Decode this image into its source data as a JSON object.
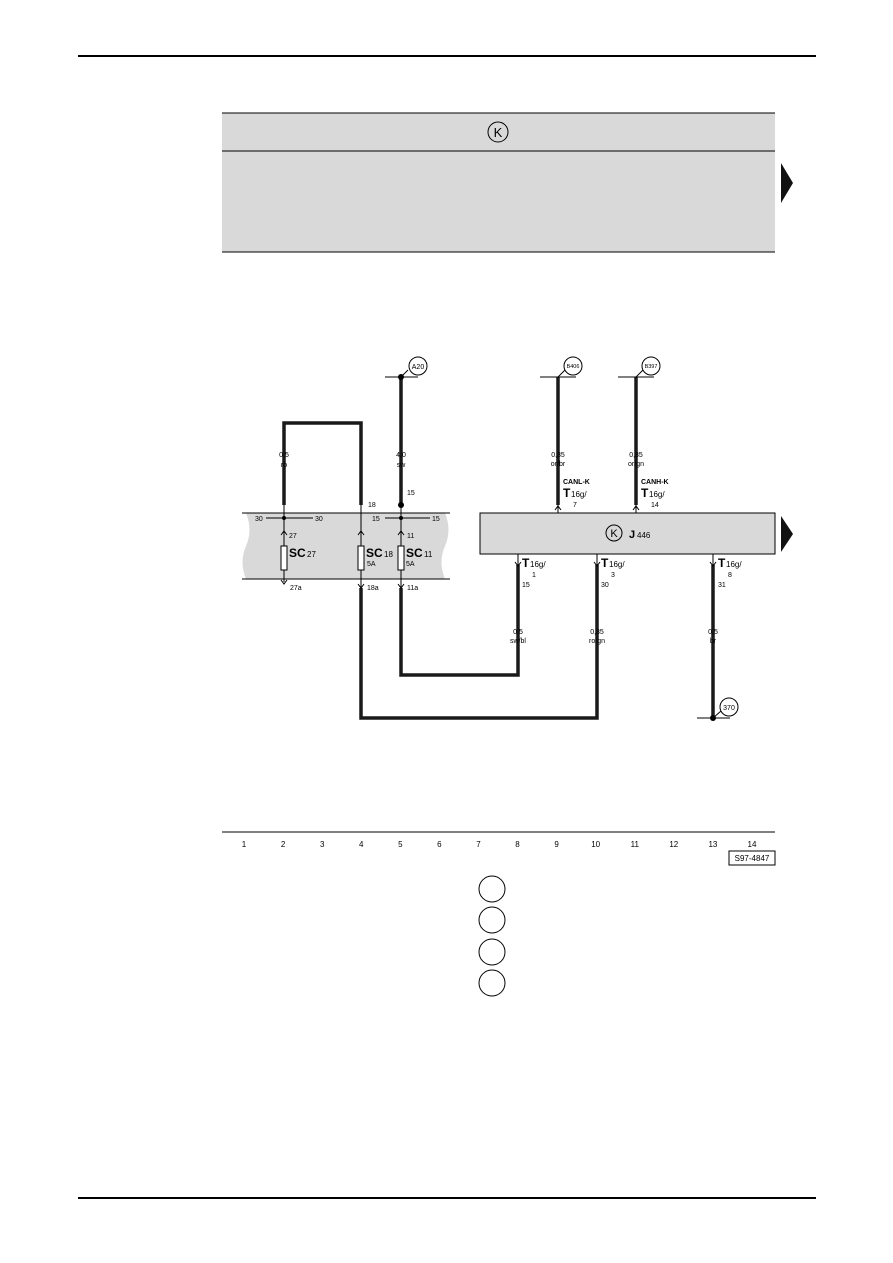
{
  "header_box": {
    "symbol": "K"
  },
  "connectors": {
    "a20": "A20",
    "b406": "B406",
    "b397": "B397",
    "e370": "370"
  },
  "wires": {
    "sc27_in": {
      "size": "0,5",
      "color": "ro"
    },
    "a20": {
      "size": "4,0",
      "color": "sw"
    },
    "b406": {
      "size": "0,35",
      "color": "or/br"
    },
    "b397": {
      "size": "0,35",
      "color": "or/gn"
    },
    "pin1": {
      "size": "0,5",
      "color": "sw/bl"
    },
    "pin3": {
      "size": "0,35",
      "color": "ro/gn"
    },
    "pin8": {
      "size": "0,5",
      "color": "br"
    }
  },
  "fuse_box": {
    "bus_30_left": "30",
    "bus_30_right": "30",
    "bus_15_left": "15",
    "bus_15_right": "15",
    "sc27": {
      "name": "SC",
      "num": "27",
      "in_pin": "27",
      "out_pin": "27a"
    },
    "sc18": {
      "name": "SC",
      "num": "18",
      "rating": "5A",
      "in_pin": "18",
      "out_pin": "18a"
    },
    "sc11": {
      "name": "SC",
      "num": "11",
      "rating": "5A",
      "in_pin": "11",
      "out_pin": "11a"
    },
    "a20_pin": "15"
  },
  "module": {
    "symbol": "K",
    "name": "J",
    "num": "446",
    "canl": {
      "label": "CANL-K",
      "conn": "T",
      "sub": "16g/",
      "pin": "7"
    },
    "canh": {
      "label": "CANH-K",
      "conn": "T",
      "sub": "16g/",
      "pin": "14"
    },
    "pin1": {
      "conn": "T",
      "sub": "16g/",
      "pin": "1",
      "term": "15"
    },
    "pin3": {
      "conn": "T",
      "sub": "16g/",
      "pin": "3",
      "term": "30"
    },
    "pin8": {
      "conn": "T",
      "sub": "16g/",
      "pin": "8",
      "term": "31"
    }
  },
  "ruler": {
    "ticks": [
      "1",
      "2",
      "3",
      "4",
      "5",
      "6",
      "7",
      "8",
      "9",
      "10",
      "11",
      "12",
      "13",
      "14"
    ],
    "code": "S97-4847"
  },
  "colors": {
    "panel_gray": "#d9d9d9",
    "line": "#000000",
    "wire": "#1a1a1a"
  }
}
